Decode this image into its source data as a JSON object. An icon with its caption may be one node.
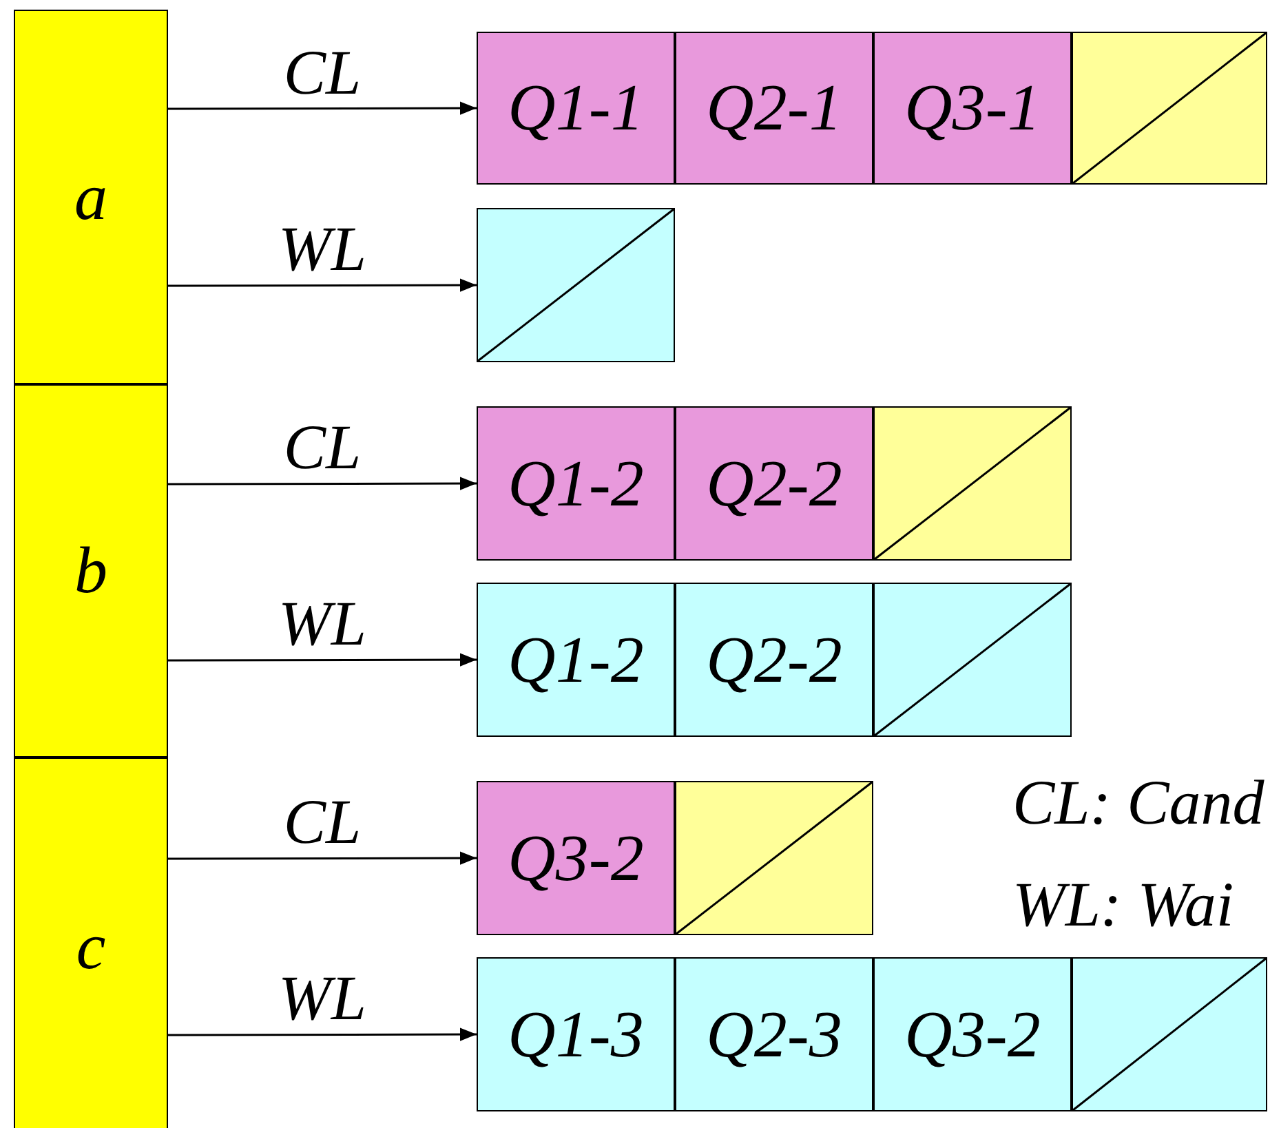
{
  "diagram": {
    "nodes": [
      {
        "text": [
          "a"
        ]
      },
      {
        "text": [
          "Q1-1"
        ]
      },
      {
        "text": [
          "Q2-1"
        ]
      },
      {
        "text": [
          "Q3-1"
        ]
      },
      {
        "text": [],
        "shape": "box"
      },
      {
        "text": [],
        "shape": "box"
      },
      {
        "text": [
          "b"
        ]
      },
      {
        "text": [
          "Q1-2"
        ]
      },
      {
        "text": [
          "Q2-2"
        ]
      },
      {
        "text": [],
        "shape": "box"
      },
      {
        "text": [
          "Q1-2"
        ]
      },
      {
        "text": [
          "Q2-2"
        ]
      },
      {
        "text": [],
        "shape": "box"
      },
      {
        "text": [
          "c"
        ]
      },
      {
        "text": [
          "Q3-2"
        ]
      },
      {
        "text": [],
        "shape": "box"
      },
      {
        "text": [
          "Q1-3"
        ]
      },
      {
        "text": [
          "Q2-3"
        ]
      },
      {
        "text": [
          "Q3-2"
        ]
      },
      {
        "text": [],
        "shape": "box"
      }
    ],
    "edges": [
      {
        "from": 0,
        "to": 1,
        "arrow": "to",
        "label": "CL"
      },
      {
        "from": 0,
        "to": 5,
        "arrow": "to",
        "label": "WL"
      },
      {
        "from": 6,
        "to": 7,
        "arrow": "to",
        "label": "CL"
      },
      {
        "from": 6,
        "to": 10,
        "arrow": "to",
        "label": "WL"
      },
      {
        "from": 13,
        "to": 14,
        "arrow": "to",
        "label": "CL"
      },
      {
        "from": 13,
        "to": 16,
        "arrow": "to",
        "label": "WL"
      }
    ],
    "labels": [
      "CL: Cand",
      "WL: Wai"
    ]
  }
}
